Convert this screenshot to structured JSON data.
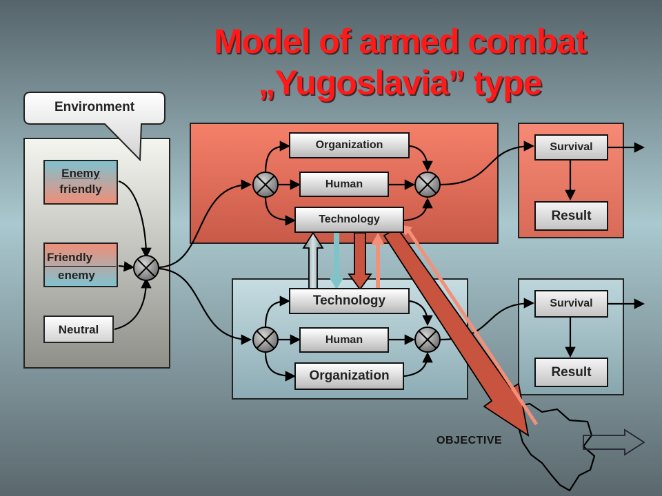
{
  "title": {
    "line1": "Model of armed combat",
    "line2": "„Yugoslavia” type"
  },
  "environment": {
    "callout": "Environment",
    "inputs": [
      {
        "line1": "Enemy",
        "line2": "friendly"
      },
      {
        "line1": "Friendly",
        "line2": "enemy"
      },
      {
        "line1": "Neutral"
      }
    ]
  },
  "top_side": {
    "organization": "Organization",
    "human": "Human",
    "technology": "Technology",
    "survival": "Survival",
    "result": "Result"
  },
  "bottom_side": {
    "technology": "Technology",
    "human": "Human",
    "organization": "Organization",
    "survival": "Survival",
    "result": "Result"
  },
  "objective": "OBJECTIVE",
  "colors": {
    "title": "#ff1a1a",
    "top_panel": "#ec7560",
    "bottom_panel": "#a9c9d2",
    "env_panel": "#d9d9d4",
    "cyan_arrow": "#7fc4c9",
    "salmon_arrow": "#f2907a",
    "red_arrow": "#c8533e"
  }
}
